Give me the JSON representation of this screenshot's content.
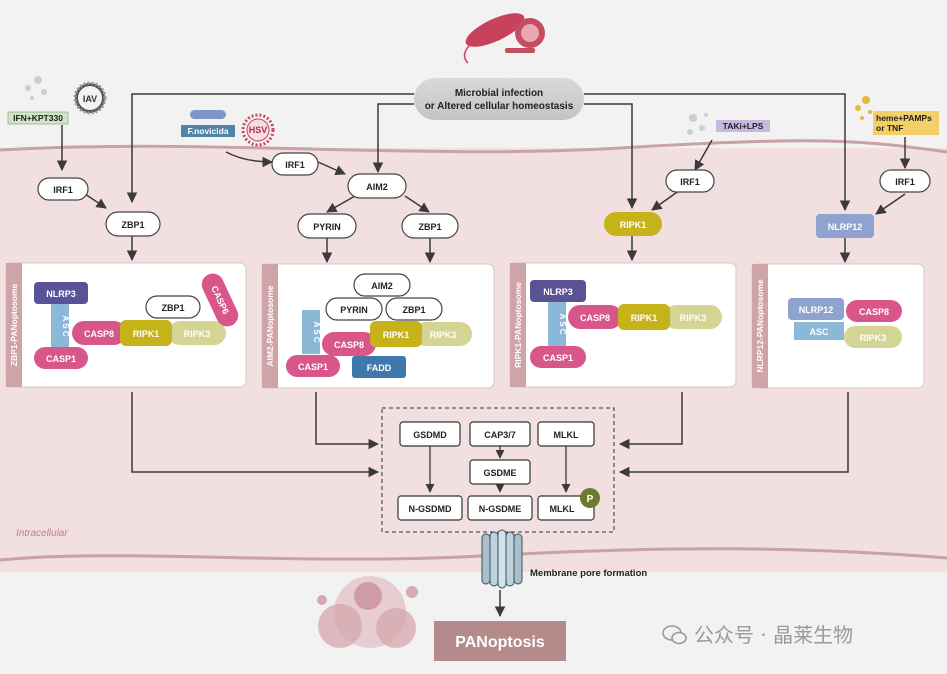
{
  "header": {
    "trigger": [
      "Microbial infection",
      "or Altered cellular homeostasis"
    ]
  },
  "stimuli": {
    "ifn": "IFN+KPT330",
    "iav": "IAV",
    "fnovicida": "F.novicida",
    "hsv": "HSV",
    "taki": "TAKi+LPS",
    "heme": [
      "heme+PAMPs",
      "or TNF"
    ]
  },
  "signaling": {
    "irf1": "IRF1",
    "zbp1": "ZBP1",
    "aim2": "AIM2",
    "pyrin": "PYRIN",
    "ripk1": "RIPK1",
    "nlrp12": "NLRP12"
  },
  "panoptosomes": {
    "zbp1": {
      "title": "ZBP1-PANoptosome",
      "nlrp3": "NLRP3",
      "asc": "A S C",
      "casp1": "CASP1",
      "casp8": "CASP8",
      "ripk1": "RIPK1",
      "ripk3": "RIPK3",
      "zbp1": "ZBP1",
      "casp6": "CASP6"
    },
    "aim2": {
      "title": "AIM2-PANoptosome",
      "aim2": "AIM2",
      "pyrin": "PYRIN",
      "zbp1": "ZBP1",
      "asc": "A S C",
      "casp8": "CASP8",
      "ripk1": "RIPK1",
      "ripk3": "RIPK3",
      "casp1": "CASP1",
      "fadd": "FADD"
    },
    "ripk1": {
      "title": "RIPK1-PANoptosome",
      "nlrp3": "NLRP3",
      "asc": "A S C",
      "casp8": "CASP8",
      "ripk1": "RIPK1",
      "ripk3": "RIPK3",
      "casp1": "CASP1"
    },
    "nlrp12": {
      "title": "NLRP12-PANoptosome",
      "nlrp12": "NLRP12",
      "casp8": "CASP8",
      "asc": "ASC",
      "ripk3": "RIPK3"
    }
  },
  "executors": {
    "gsdmd": "GSDMD",
    "cap37": "CAP3/7",
    "mlkl": "MLKL",
    "gsdme": "GSDME",
    "ngsdmd": "N-GSDMD",
    "ngsdme": "N-GSDME",
    "mlkl_p": "MLKL",
    "p": "P"
  },
  "compartment": "Intracellular",
  "pore": "Membrane pore formation",
  "outcome": "PANoptosis",
  "watermark": "公众号 · 晶莱生物",
  "colors": {
    "nlrp3": "#5a5296",
    "asc": "#8cb8d8",
    "casp": "#d9568a",
    "ripk1": "#c6b31a",
    "ripk3": "#d4d494",
    "fadd": "#3f78ab",
    "nlrp12": "#8fa3cf",
    "cell": "#f2dfe0",
    "membrane": "#c9a2a6",
    "outcome": "#b48a8a",
    "phospho": "#6e7a2c"
  }
}
